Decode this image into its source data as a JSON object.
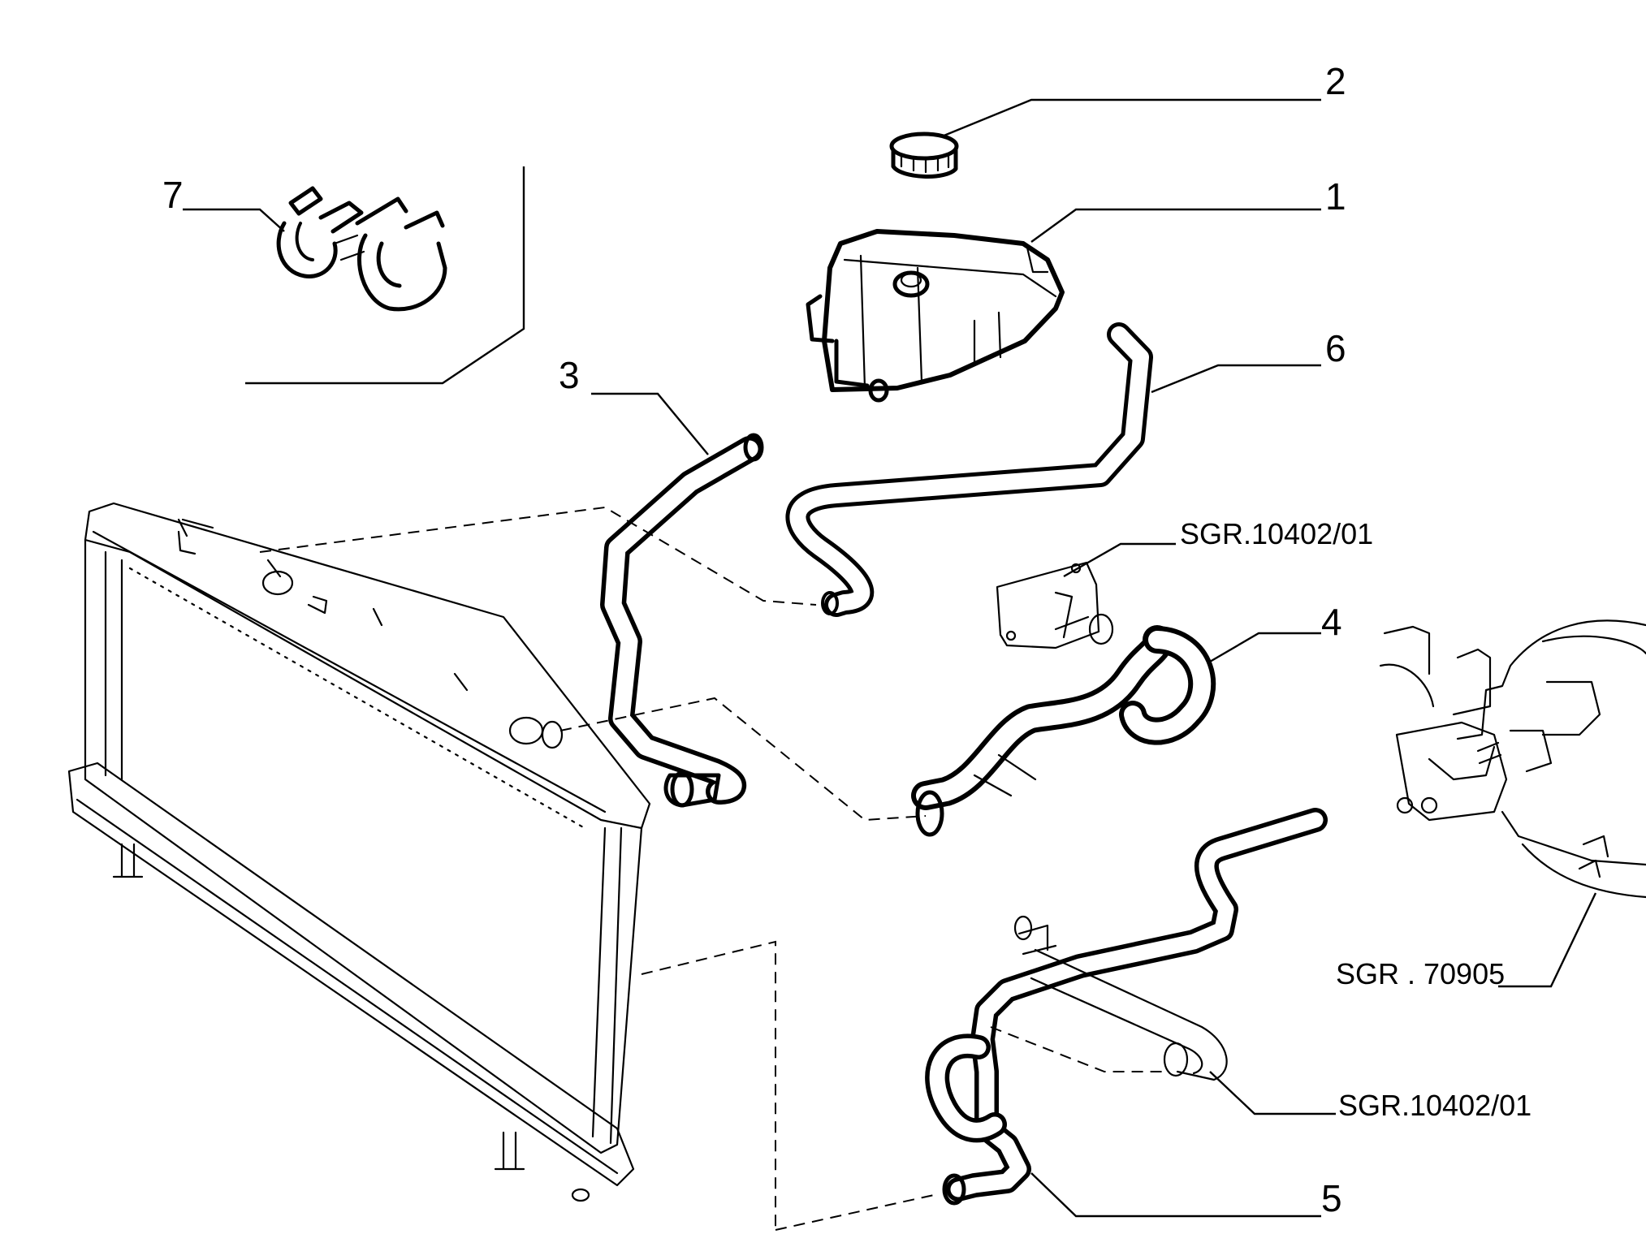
{
  "callouts": {
    "c1": "1",
    "c2": "2",
    "c3": "3",
    "c4": "4",
    "c5": "5",
    "c6": "6",
    "c7": "7",
    "ref_upper": "SGR.10402/01",
    "ref_engine": "SGR . 70905",
    "ref_lower": "SGR.10402/01"
  },
  "colors": {
    "line": "#000000",
    "background": "#ffffff"
  }
}
